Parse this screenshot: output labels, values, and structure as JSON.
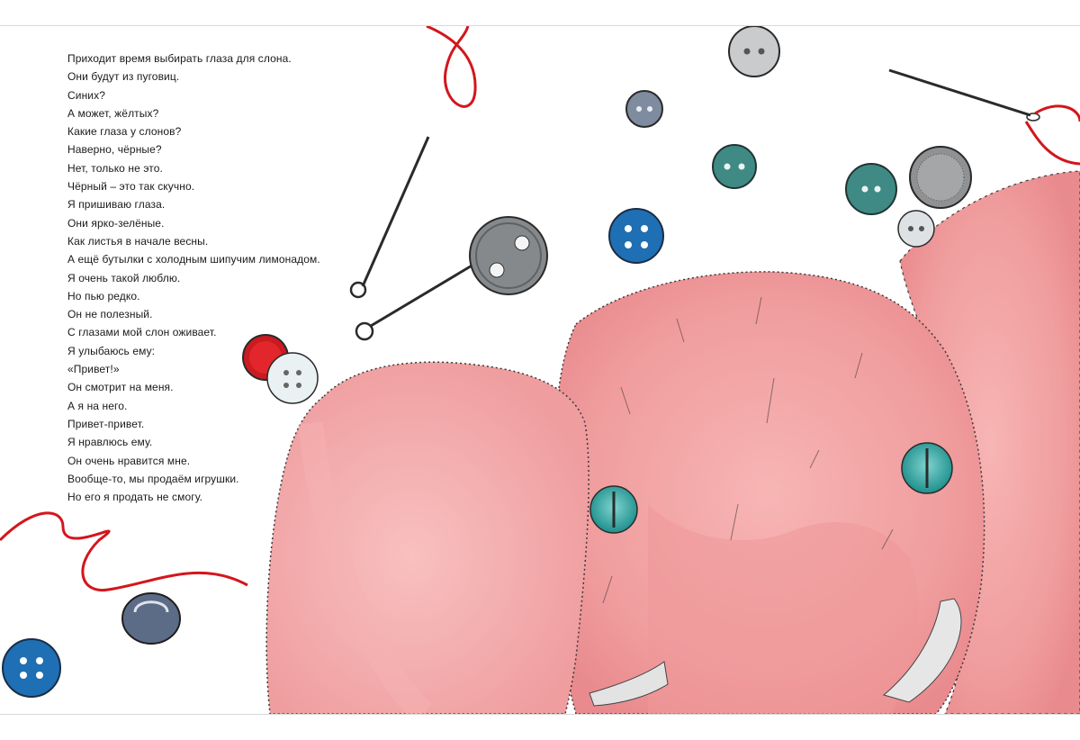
{
  "story": {
    "lines": [
      "Приходит время выбирать глаза для слона.",
      "Они будут из пуговиц.",
      "Синих?",
      "А может, жёлтых?",
      "Какие глаза у слонов?",
      "Наверно, чёрные?",
      "Нет, только не это.",
      "Чёрный – это так скучно.",
      "Я пришиваю глаза.",
      "Они ярко-зелёные.",
      "Как листья в начале весны.",
      "А ещё бутылки с холодным шипучим лимонадом.",
      "Я очень такой люблю.",
      "Но пью редко.",
      "Он не полезный.",
      "С глазами мой слон оживает.",
      "Я улыбаюсь ему:",
      "«Привет!»",
      "Он смотрит на меня.",
      "А я на него.",
      "Привет-привет.",
      "Я нравлюсь ему.",
      "Он очень нравится мне.",
      "Вообще-то, мы продаём игрушки.",
      "Но его я продать не смогу."
    ]
  },
  "colors": {
    "elephant_pink": "#f0a1a2",
    "thread_red": "#d3161c",
    "button_blue": "#1e6fb4",
    "button_teal": "#3f8a84",
    "button_gray": "#8c8f92",
    "eye_teal": "#2aa3a0"
  }
}
